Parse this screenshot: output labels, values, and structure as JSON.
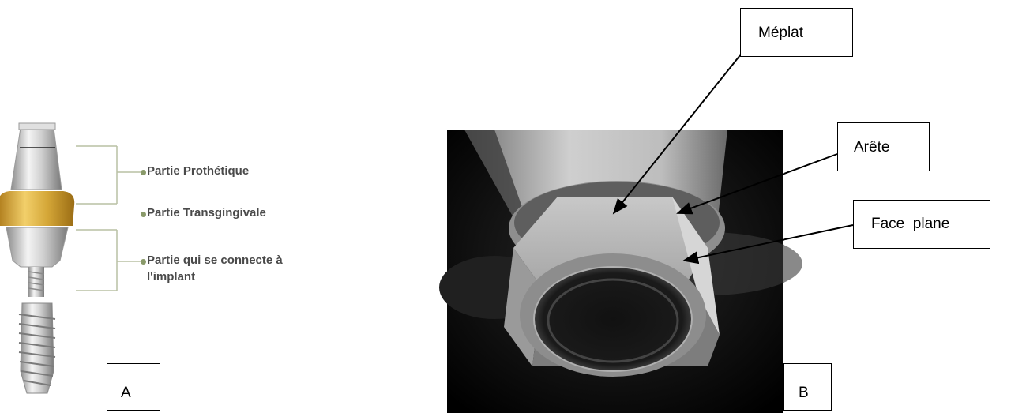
{
  "figure_a": {
    "panel_label": "A",
    "parts": [
      "Partie Prothétique",
      "Partie Transgingivale",
      "Partie qui se connecte à",
      "l'implant"
    ]
  },
  "figure_b": {
    "panel_label": "B",
    "callouts": {
      "meplat": "Méplat",
      "arete": "Arête",
      "face_plane": "Face  plane"
    }
  },
  "colors": {
    "gold": "#d4a637",
    "bullet": "#8a9a6a",
    "label_text": "#4a4a4a"
  }
}
